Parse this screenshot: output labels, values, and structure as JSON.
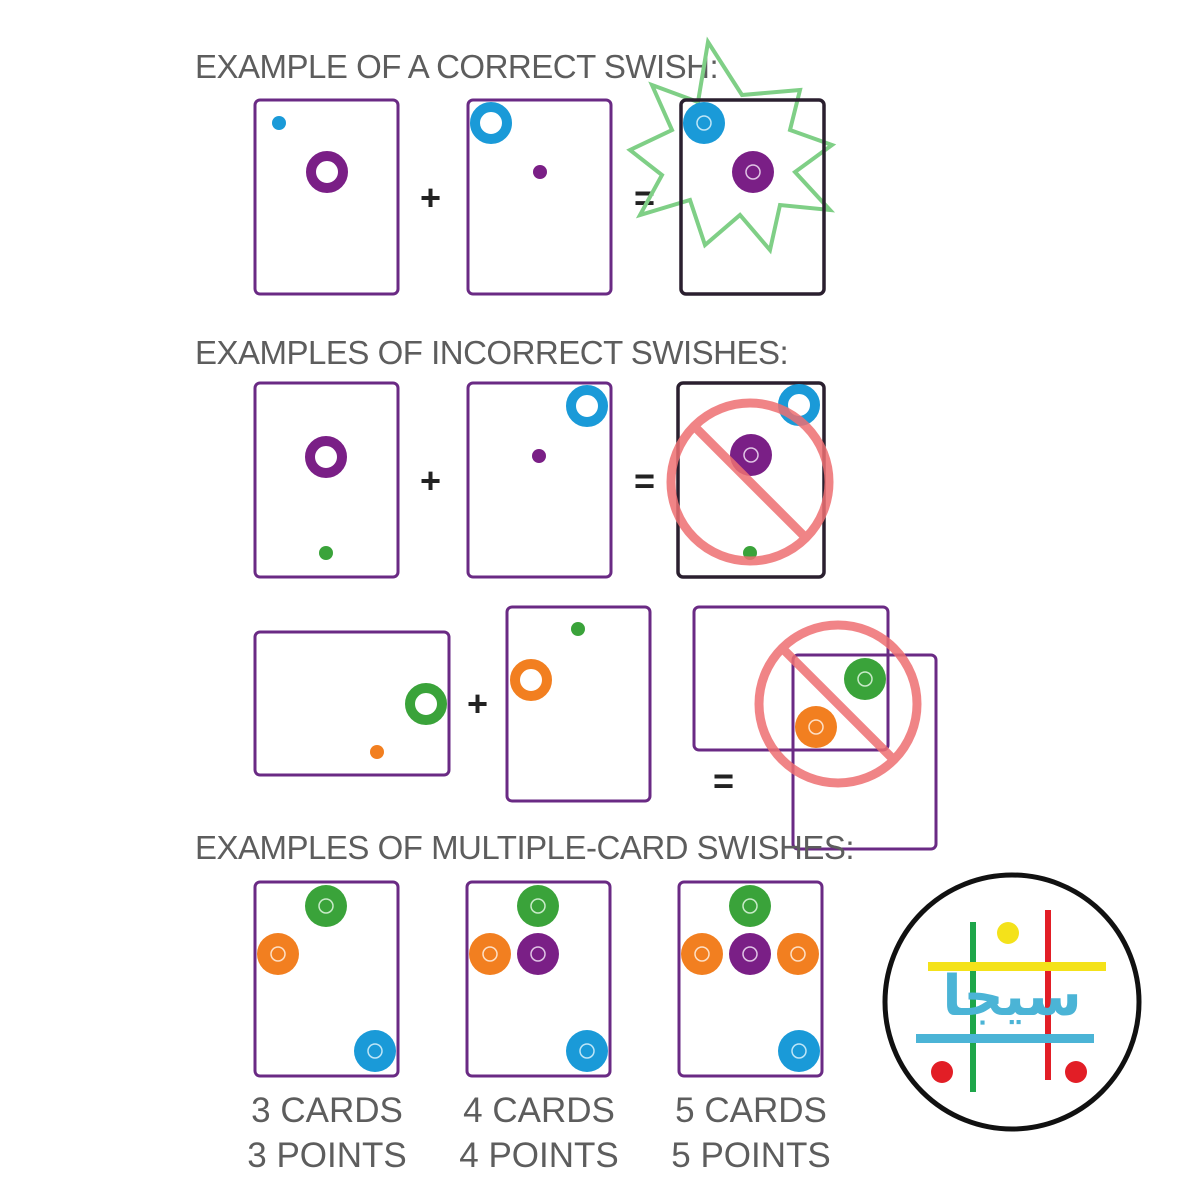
{
  "sections": {
    "correct": {
      "heading": "EXAMPLE OF A CORRECT SWISH:"
    },
    "incorrect": {
      "heading": "EXAMPLES OF INCORRECT SWISHES:"
    },
    "multiple": {
      "heading": "EXAMPLES OF MULTIPLE-CARD SWISHES:"
    }
  },
  "operators": {
    "plus": "+",
    "equals": "="
  },
  "captions": [
    {
      "cards": "3 CARDS",
      "points": "3 POINTS"
    },
    {
      "cards": "4 CARDS",
      "points": "4 POINTS"
    },
    {
      "cards": "5 CARDS",
      "points": "5 POINTS"
    }
  ],
  "colors": {
    "purple": "#7a1f86",
    "blue": "#1a9ad8",
    "green": "#3aa33a",
    "orange": "#f27f20",
    "card_border": "#6a2a84",
    "burst": "#7fcf86",
    "no_sign": "#ee6f72",
    "logo_yellow": "#f4e21a",
    "logo_green": "#1ea64a",
    "logo_red": "#e21e26",
    "logo_blue": "#4bb4d6"
  },
  "logo": {
    "text": "سيجا",
    "icon": "sija-logo-icon"
  }
}
